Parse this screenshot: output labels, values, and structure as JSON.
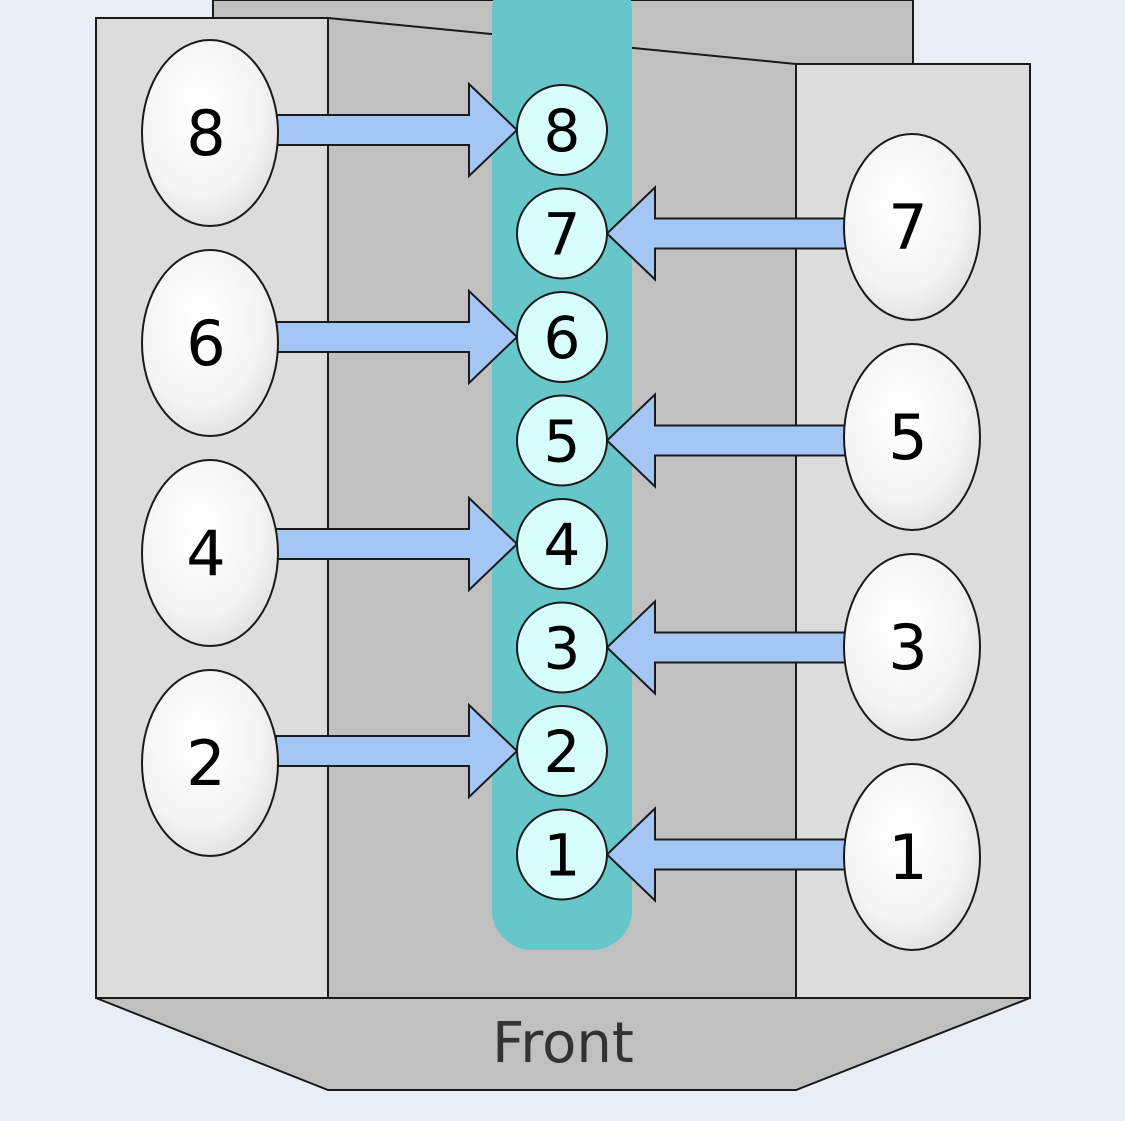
{
  "left_bank": [
    "8",
    "6",
    "4",
    "2"
  ],
  "right_bank": [
    "7",
    "5",
    "3",
    "1"
  ],
  "crank": [
    "8",
    "7",
    "6",
    "5",
    "4",
    "3",
    "2",
    "1"
  ],
  "front_label": "Front",
  "colors": {
    "background": "#e9edf6",
    "bank": "#dcdcdc",
    "block": "#c0c0c0",
    "crankshaft": "#66c6c9",
    "crank_node": "#d8fdfd",
    "arrow": "#a3c6f4",
    "cylinder_edge": "#dcdcdc",
    "outline": "#1a1a1a"
  }
}
